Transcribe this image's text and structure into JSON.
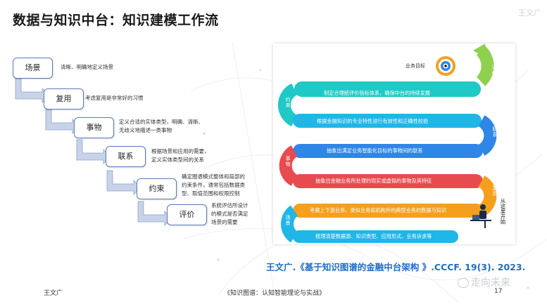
{
  "header": {
    "title": "数据与知识中台：知识建模工作流",
    "corner_logo": "王文广"
  },
  "steps": [
    {
      "label": "场景",
      "desc": [
        "清晰、明确地定义场景"
      ]
    },
    {
      "label": "复用",
      "desc": [
        "考虑复用是非常好的习惯"
      ]
    },
    {
      "label": "事物",
      "desc": [
        "定义合适的实体类型，明确、清晰、",
        "无歧义地描述一类事物"
      ]
    },
    {
      "label": "联系",
      "desc": [
        "根据场景和应用的需要，",
        "定义实体类型间的关系"
      ]
    },
    {
      "label": "约束",
      "desc": [
        "确定图谱模式整体和局部的",
        "约束条件，通常包括数据类",
        "型、取值范围和权限控制"
      ]
    },
    {
      "label": "评价",
      "desc": [
        "系统评估所设计",
        "的模式是否满足",
        "场景的需要"
      ]
    }
  ],
  "flow": {
    "goal_label": "业务目标",
    "bottom_right_label": "从这里开始",
    "side_labels": {
      "evaluate": "评价",
      "constrain": "约束",
      "relation": "联系",
      "thing": "事物",
      "reuse": "复用",
      "scene": "场景"
    },
    "bands": [
      "制定合理统评价指标体系，确保中台的持续发展",
      "根据金融知识的专业特性进行有效性和正确性校验",
      "抽象出满足业务智能化目标的事物间的联系",
      "抽象出金融业务所处理的现实或虚拟的事物及其特征",
      "考察上下游业务、类似业务和机构外的典型业务的数据与知识",
      "梳理清楚数据源、知识类型、应用形式、业务诉求等"
    ]
  },
  "citation": "王文广.《基于知识图谱的金融中台架构 》.CCCF. 19(3). 2023.",
  "footer": {
    "author": "王文广",
    "book": "《知识图谱：认知智能理论与实战》",
    "page": "17",
    "watermark": "走向未来"
  },
  "colors": {
    "teal": "#1ec9c6",
    "cyan": "#1fb6e8",
    "blue": "#2f86e6",
    "red": "#e84a4f",
    "orange": "#f5a01d",
    "green": "#8fd14f",
    "step_border": "#5b7bb6",
    "citation": "#1f6cc9"
  }
}
